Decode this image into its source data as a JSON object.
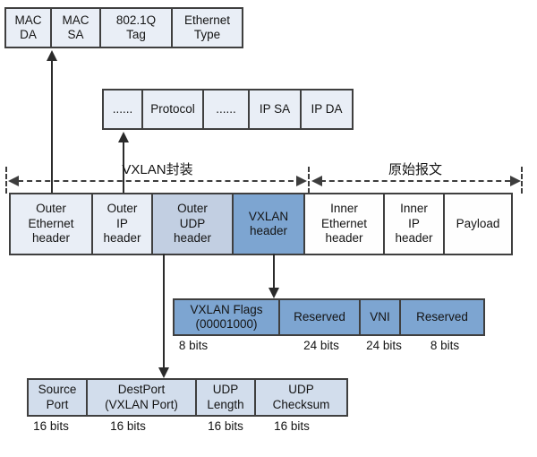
{
  "eth_row": [
    "MAC\nDA",
    "MAC\nSA",
    "802.1Q\nTag",
    "Ethernet\nType"
  ],
  "ip_row": [
    "......",
    "Protocol",
    "......",
    "IP SA",
    "IP DA"
  ],
  "spans": {
    "vxlan_encapsulation": "VXLAN封装",
    "original_packet": "原始报文"
  },
  "main_row": [
    "Outer\nEthernet\nheader",
    "Outer\nIP\nheader",
    "Outer\nUDP\nheader",
    "VXLAN\nheader",
    "Inner\nEthernet\nheader",
    "Inner\nIP\nheader",
    "Payload"
  ],
  "vxlan_row": {
    "cells": [
      "VXLAN Flags\n(00001000)",
      "Reserved",
      "VNI",
      "Reserved"
    ],
    "bits": [
      "8 bits",
      "24 bits",
      "24 bits",
      "8 bits"
    ]
  },
  "udp_row": {
    "cells": [
      "Source\nPort",
      "DestPort\n(VXLAN Port)",
      "UDP\nLength",
      "UDP\nChecksum"
    ],
    "bits": [
      "16 bits",
      "16 bits",
      "16 bits",
      "16 bits"
    ]
  },
  "colors": {
    "cell_light": "#e9eef6",
    "cell_outer_udp": "#c2cfe2",
    "cell_vxlan_blue": "#7da5d1",
    "cell_udp_detail": "#d2ddec",
    "cell_plain": "#fefefe",
    "border": "#3f3f3f",
    "connector": "#2b2b2b"
  }
}
